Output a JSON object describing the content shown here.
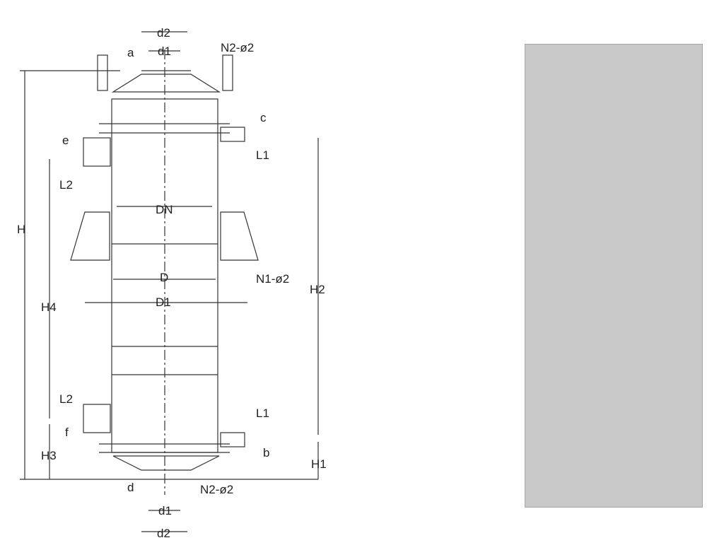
{
  "labels": {
    "d2_top": "d2",
    "d1_top": "d1",
    "a": "a",
    "n2_top": "N2-ø2",
    "c": "c",
    "e": "e",
    "l1_top": "L1",
    "l2_top": "L2",
    "dn": "DN",
    "d": "D",
    "n1": "N1-ø2",
    "d1_main": "D1",
    "h": "H",
    "h4": "H4",
    "h2": "H2",
    "l2_bot": "L2",
    "l1_bot": "L1",
    "f": "f",
    "h3": "H3",
    "b": "b",
    "h1": "H1",
    "d_bot": "d",
    "n2_bot": "N2-ø2",
    "d1_bot": "d1",
    "d2_bot": "d2"
  }
}
